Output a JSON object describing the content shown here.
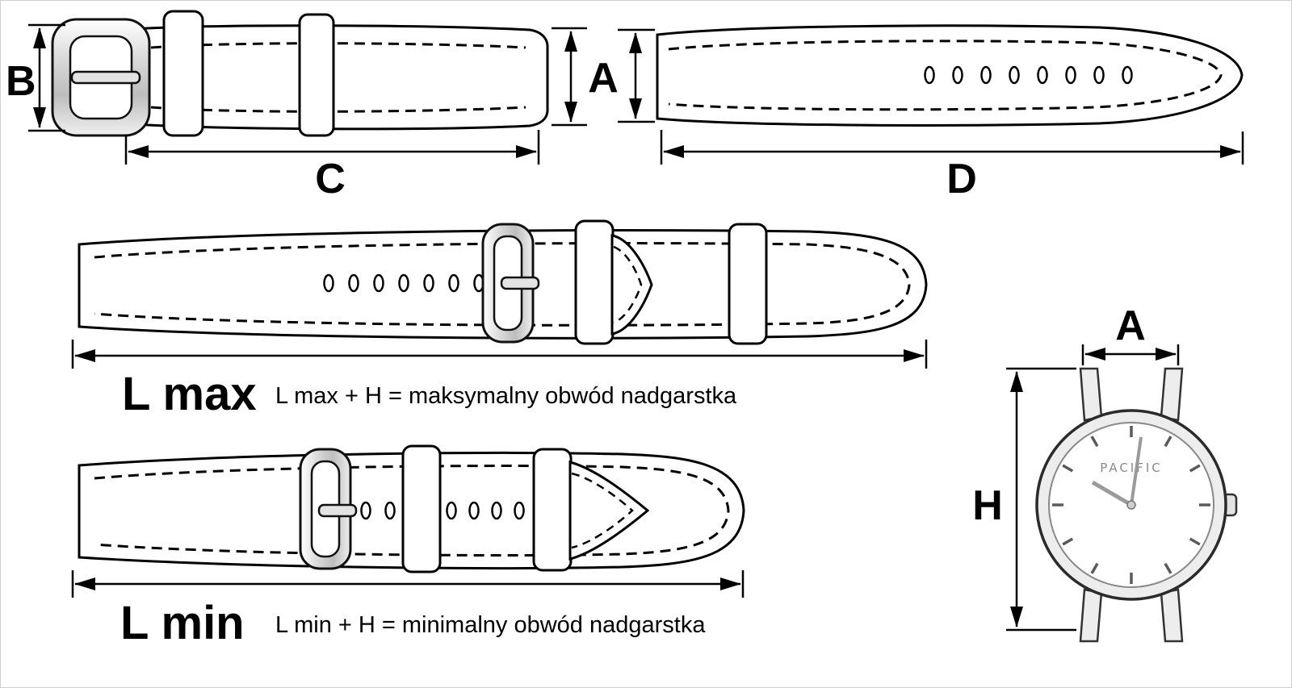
{
  "diagram": {
    "dimensions": {
      "a": "A",
      "b": "B",
      "c": "C",
      "d": "D",
      "h": "H"
    },
    "l_max": {
      "label": "L max",
      "formula": "L max + H  = maksymalny obwód nadgarstka"
    },
    "l_min": {
      "label": "L min",
      "formula": "L min + H  = minimalny obwód nadgarstka"
    },
    "watch": {
      "brand": "PACIFIC"
    },
    "colors": {
      "line": "#000000",
      "background": "#ffffff",
      "metal_light": "#f5f5f5",
      "metal_dark": "#bdbdbd"
    }
  }
}
